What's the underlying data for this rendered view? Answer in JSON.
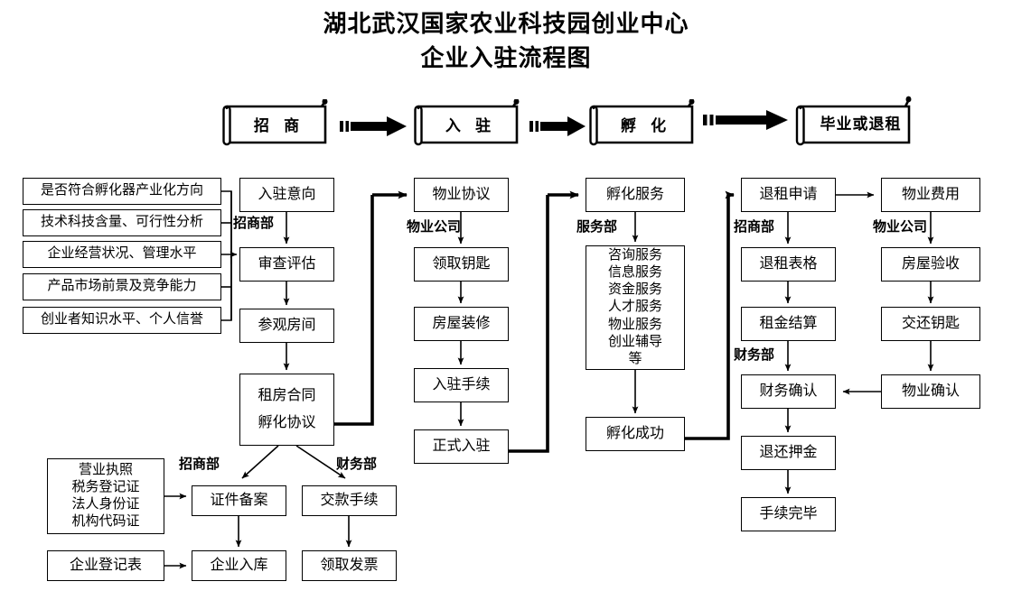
{
  "title": {
    "line1": "湖北武汉国家农业科技园创业中心",
    "line2": "企业入驻流程图"
  },
  "phases": [
    {
      "label": "招  商"
    },
    {
      "label": "入  驻"
    },
    {
      "label": "孵  化"
    },
    {
      "label": "毕业或退租"
    }
  ],
  "departments": {
    "zhaoshang": "招商部",
    "wuye": "物业公司",
    "fuwu": "服务部",
    "caiwu": "财务部"
  },
  "criteria": [
    "是否符合孵化器产业化方向",
    "技术科技含量、可行性分析",
    "企业经营状况、管理水平",
    "产品市场前景及竞争能力",
    "创业者知识水平、个人信誉"
  ],
  "column_recruit": {
    "dept": "招商部",
    "steps": [
      "入驻意向",
      "审查评估",
      "参观房间"
    ],
    "contract": [
      "租房合同",
      "孵化协议"
    ]
  },
  "column_move_in": {
    "dept": "物业公司",
    "steps": [
      "物业协议",
      "领取钥匙",
      "房屋装修",
      "入驻手续",
      "正式入驻"
    ]
  },
  "column_incubate": {
    "dept": "服务部",
    "head": "孵化服务",
    "services": [
      "咨询服务",
      "信息服务",
      "资金服务",
      "人才服务",
      "物业服务",
      "创业辅导",
      "等"
    ],
    "tail": "孵化成功"
  },
  "column_exit": {
    "dept_top": "招商部",
    "dept_mid": "财务部",
    "steps": [
      "退租申请",
      "退租表格",
      "租金结算",
      "财务确认",
      "退还押金",
      "手续完毕"
    ]
  },
  "column_property": {
    "dept": "物业公司",
    "steps": [
      "物业费用",
      "房屋验收",
      "交还钥匙",
      "物业确认"
    ]
  },
  "bottom": {
    "dept_left": "招商部",
    "dept_right": "财务部",
    "documents": [
      "营业执照",
      "税务登记证",
      "法人身份证",
      "机构代码证"
    ],
    "registration_form": "企业登记表",
    "filing": "证件备案",
    "enterprise_db": "企业入库",
    "payment": "交款手续",
    "invoice": "领取发票"
  },
  "colors": {
    "line": "#000000",
    "background": "#ffffff",
    "text": "#000000"
  }
}
